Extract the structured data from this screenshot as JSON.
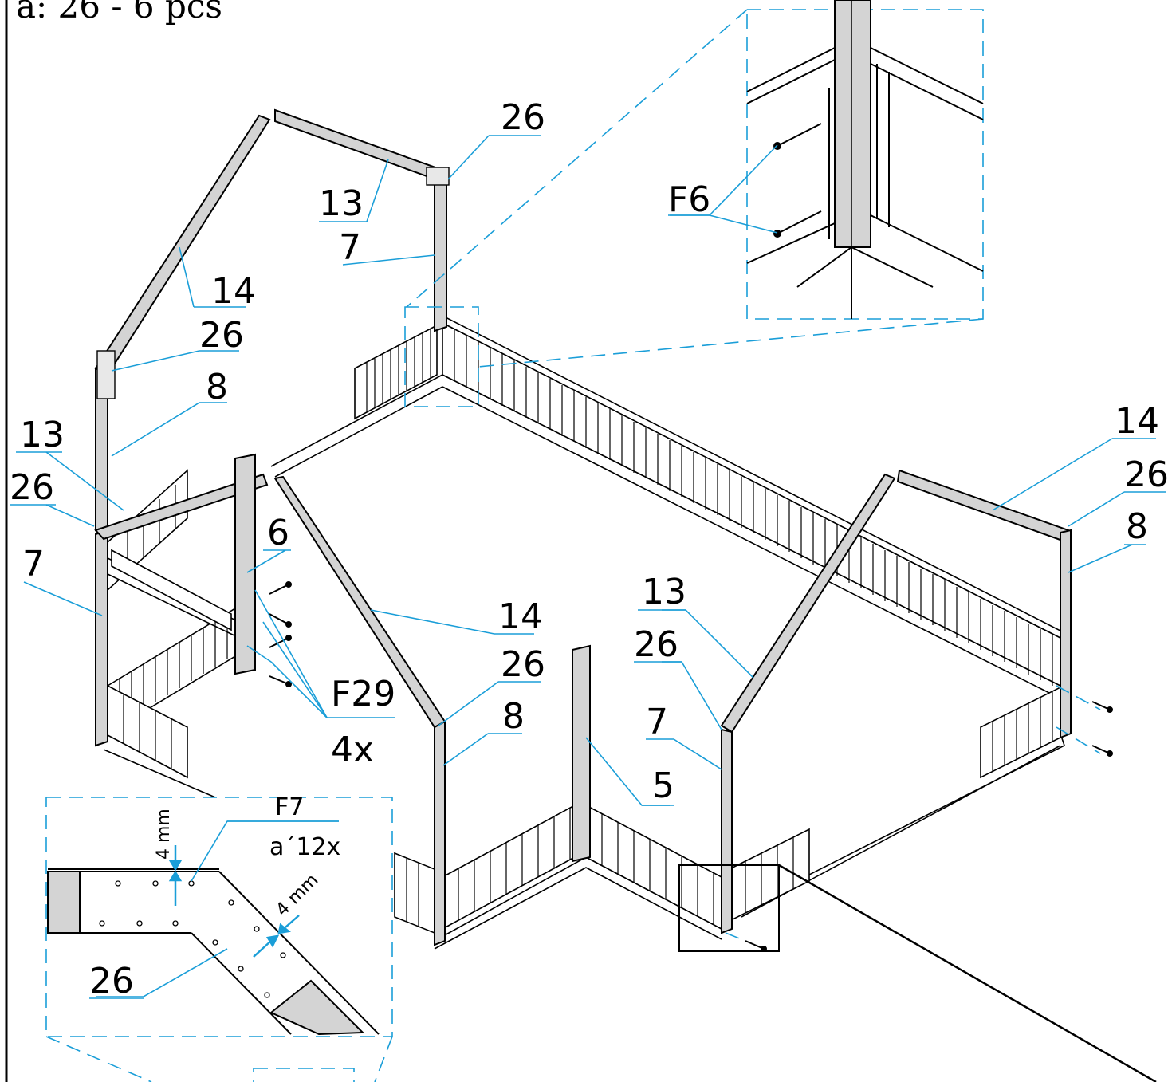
{
  "header": {
    "text": "a: 26 - 6 pcs"
  },
  "callouts": {
    "c26_top": "26",
    "c13_top": "13",
    "c7_top": "7",
    "c14_left": "14",
    "c26_left": "26",
    "c8_left": "8",
    "c13_left": "13",
    "c26_left2": "26",
    "c7_left": "7",
    "c6": "6",
    "cF29": "F29",
    "cF29_qty": "4x",
    "c14_mid": "14",
    "c26_mid": "26",
    "c8_mid": "8",
    "c5": "5",
    "c13_right": "13",
    "c26_right": "26",
    "c7_right": "7",
    "c14_right": "14",
    "c26_right2": "26",
    "c8_right": "8",
    "cF6": "F6"
  },
  "detail_bottom": {
    "fastener": "F7",
    "fastener_qty": "a´12x",
    "gap_vertical": "4 mm",
    "gap_diagonal": "4 mm",
    "part": "26"
  },
  "colors": {
    "leader": "#1a9ed8",
    "part_fill": "#d4d4d4",
    "ink": "#000000"
  }
}
